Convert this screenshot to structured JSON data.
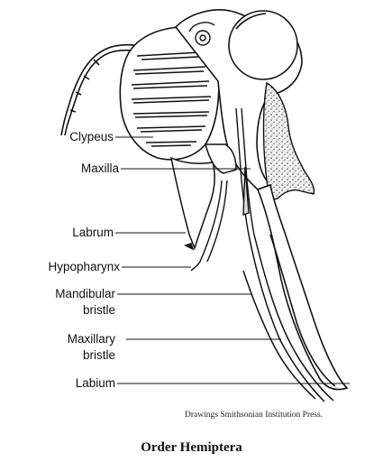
{
  "labels": {
    "clypeus": "Clypeus",
    "maxilla": "Maxilla",
    "labrum": "Labrum",
    "hypopharynx": "Hypopharynx",
    "mandibular_line1": "Mandibular",
    "mandibular_line2": "bristle",
    "maxillary_line1": "Maxillary",
    "maxillary_line2": "bristle",
    "labium": "Labium"
  },
  "credit": "Drawings Smithsonian Institution Press.",
  "caption": "Order Hemiptera"
}
